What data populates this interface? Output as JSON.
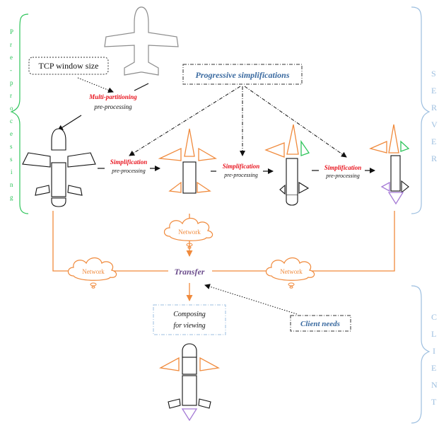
{
  "colors": {
    "green": "#2ec45a",
    "blue_brace": "#9dbfe0",
    "orange": "#f08a3c",
    "red": "#e8141e",
    "navy": "#3a6aa0",
    "purple": "#6b4c8c",
    "violet": "#a67cd6",
    "green_part": "#2ec45a",
    "gray_outline": "#8c8c8c",
    "dark": "#222222"
  },
  "side_labels": {
    "preprocessing_letters": [
      "P",
      "r",
      "e",
      "-",
      "p",
      "r",
      "o",
      "c",
      "e",
      "s",
      "s",
      "i",
      "n",
      "g"
    ],
    "server_letters": [
      "S",
      "E",
      "R",
      "V",
      "E",
      "R"
    ],
    "client_letters": [
      "C",
      "L",
      "I",
      "E",
      "N",
      "T"
    ]
  },
  "labels": {
    "tcp_window_size": "TCP window size",
    "progressive_simplifications": "Progressive simplifications",
    "multi_partitioning": "Multi-partitioning",
    "pre_processing": "pre-processing",
    "simplification": "Simplification",
    "network": "Network",
    "transfer": "Transfer",
    "composing_line1": "Composing",
    "composing_line2": "for viewing",
    "client_needs": "Client needs"
  },
  "icons": {
    "airplane": "airplane-icon",
    "cloud": "cloud-icon"
  }
}
